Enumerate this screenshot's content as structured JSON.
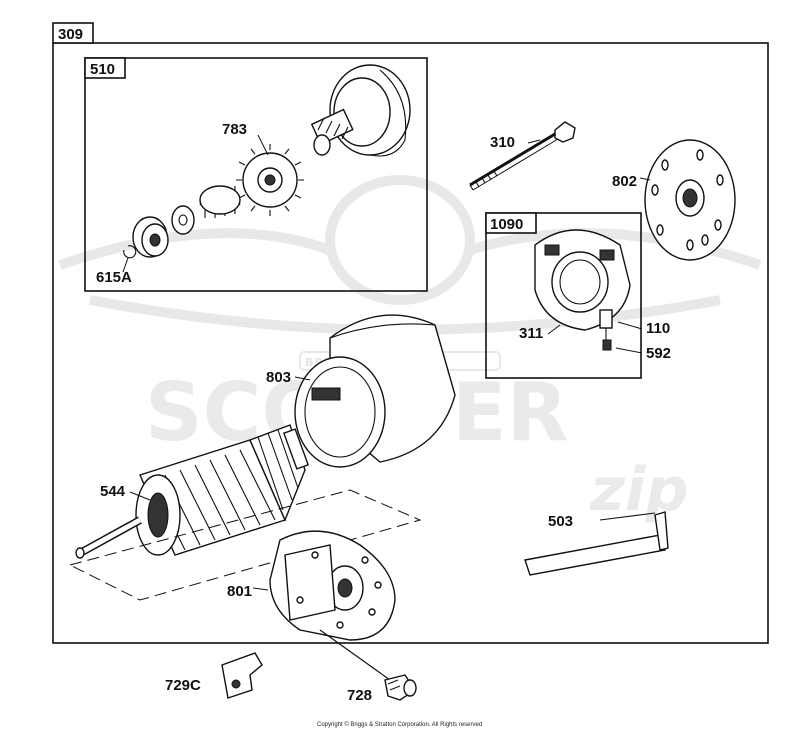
{
  "diagram": {
    "main_box_label": "309",
    "boxes": [
      {
        "id": "drive",
        "label": "510"
      },
      {
        "id": "brush",
        "label": "1090"
      }
    ],
    "part_labels": [
      {
        "id": "783",
        "text": "783"
      },
      {
        "id": "615A",
        "text": "615A"
      },
      {
        "id": "310",
        "text": "310"
      },
      {
        "id": "802",
        "text": "802"
      },
      {
        "id": "311",
        "text": "311"
      },
      {
        "id": "110",
        "text": "110"
      },
      {
        "id": "592",
        "text": "592"
      },
      {
        "id": "803",
        "text": "803"
      },
      {
        "id": "544",
        "text": "544"
      },
      {
        "id": "503",
        "text": "503"
      },
      {
        "id": "801",
        "text": "801"
      },
      {
        "id": "729C",
        "text": "729C"
      },
      {
        "id": "728",
        "text": "728"
      }
    ],
    "copyright": "Copyright © Briggs & Stratton Corporation. All Rights reserved"
  },
  "watermark": {
    "word": "SCOOTER",
    "script": "zip",
    "brand": "BRIGGS&STRATTON"
  }
}
